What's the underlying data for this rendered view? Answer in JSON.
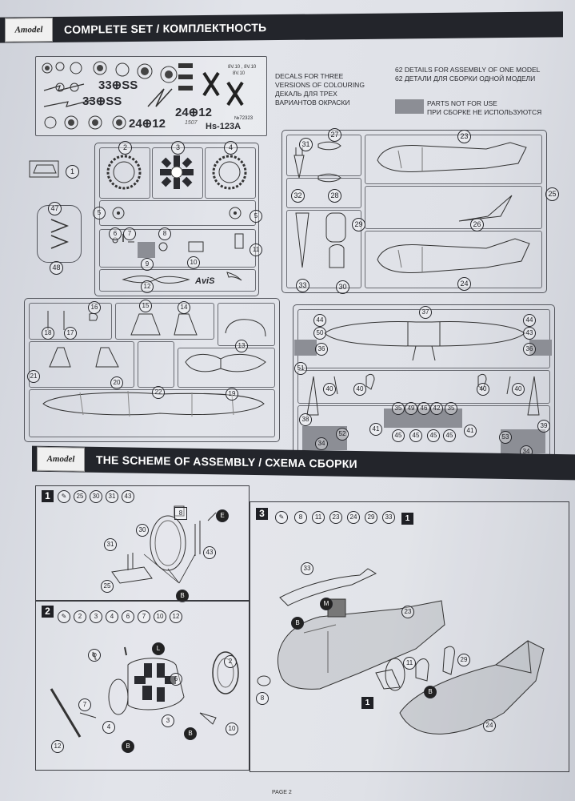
{
  "header": {
    "brand": "Amodel",
    "title": "COMPLETE SET / КОМПЛЕКТНОСТЬ"
  },
  "decals": {
    "line1": "DECALS FOR THREE",
    "line2": "VERSIONS OF COLOURING",
    "line3": "ДЕКАЛЬ ДЛЯ ТРЕХ",
    "line4": "ВАРИАНТОВ ОКРАСКИ",
    "code_a": "33⊕SS",
    "code_b": "33⊕SS",
    "code_c": "24⊕12",
    "code_d": "24⊕12",
    "model_name": "Hs-123A",
    "item_number": "№72323"
  },
  "details": {
    "line1": "62 DETAILS FOR ASSEMBLY OF ONE MODEL",
    "line2": "62 ДЕТАЛИ ДЛЯ СБОРКИ ОДНОЙ МОДЕЛИ"
  },
  "legend": {
    "line1": "PARTS NOT FOR USE",
    "line2": "ПРИ СБОРКЕ НЕ ИСПОЛЬЗУЮТСЯ",
    "swatch_color": "#8c8e95"
  },
  "sprue_brand": "AviS",
  "parts": {
    "p1": "1",
    "p2": "2",
    "p3": "3",
    "p4": "4",
    "p5": "5",
    "p6": "6",
    "p7": "7",
    "p8": "8",
    "p9": "9",
    "p10": "10",
    "p11": "11",
    "p12": "12",
    "p13": "13",
    "p14": "14",
    "p15": "15",
    "p16": "16",
    "p17": "17",
    "p18": "18",
    "p19": "19",
    "p20": "20",
    "p21": "21",
    "p22": "22",
    "p23": "23",
    "p24": "24",
    "p25": "25",
    "p26": "26",
    "p27": "27",
    "p28": "28",
    "p29": "29",
    "p30": "30",
    "p31": "31",
    "p32": "32",
    "p33": "33",
    "p34": "34",
    "p35": "35",
    "p36": "36",
    "p37": "37",
    "p38": "38",
    "p39": "39",
    "p40": "40",
    "p41": "41",
    "p42": "42",
    "p43": "43",
    "p44": "44",
    "p45": "45",
    "p46": "46",
    "p47": "47",
    "p48": "48",
    "p49": "49",
    "p50": "50",
    "p51": "51",
    "p52": "52",
    "p53": "53"
  },
  "scheme": {
    "brand": "Amodel",
    "title": "THE SCHEME OF ASSEMBLY / СХЕМА СБОРКИ"
  },
  "step1": {
    "number": "1",
    "parts": [
      "25",
      "30",
      "31",
      "43"
    ]
  },
  "step2": {
    "number": "2",
    "parts": [
      "2",
      "3",
      "4",
      "6",
      "7",
      "10",
      "12"
    ]
  },
  "step3": {
    "number": "3",
    "parts": [
      "8",
      "11",
      "23",
      "24",
      "29",
      "33"
    ],
    "ref": "1"
  },
  "callouts": {
    "b": "B",
    "e": "E",
    "l": "L",
    "m": "M",
    "ref1": "1"
  },
  "footer": {
    "page": "PAGE 2"
  }
}
